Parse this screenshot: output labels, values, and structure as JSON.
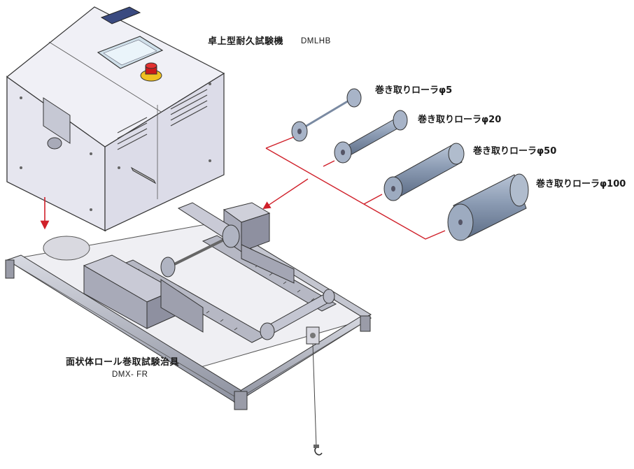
{
  "machine": {
    "name": "卓上型耐久試験機",
    "model": "DMLHB"
  },
  "fixture": {
    "name": "面状体ロール巻取試験治具",
    "model": "DMX- FR"
  },
  "rollers": [
    {
      "label": "巻き取りローラφ5"
    },
    {
      "label": "巻き取りローラφ20"
    },
    {
      "label": "巻き取りローラφ50"
    },
    {
      "label": "巻き取りローラφ100"
    }
  ],
  "colors": {
    "accent_line": "#d0202a",
    "machine_body": "#e4e4ee",
    "machine_side": "#d2d2e0",
    "metal_gray": "#a9acb8",
    "roller_blue": "#8fa0b8",
    "estop_red": "#cc1a1a",
    "estop_yellow": "#f0c020"
  }
}
